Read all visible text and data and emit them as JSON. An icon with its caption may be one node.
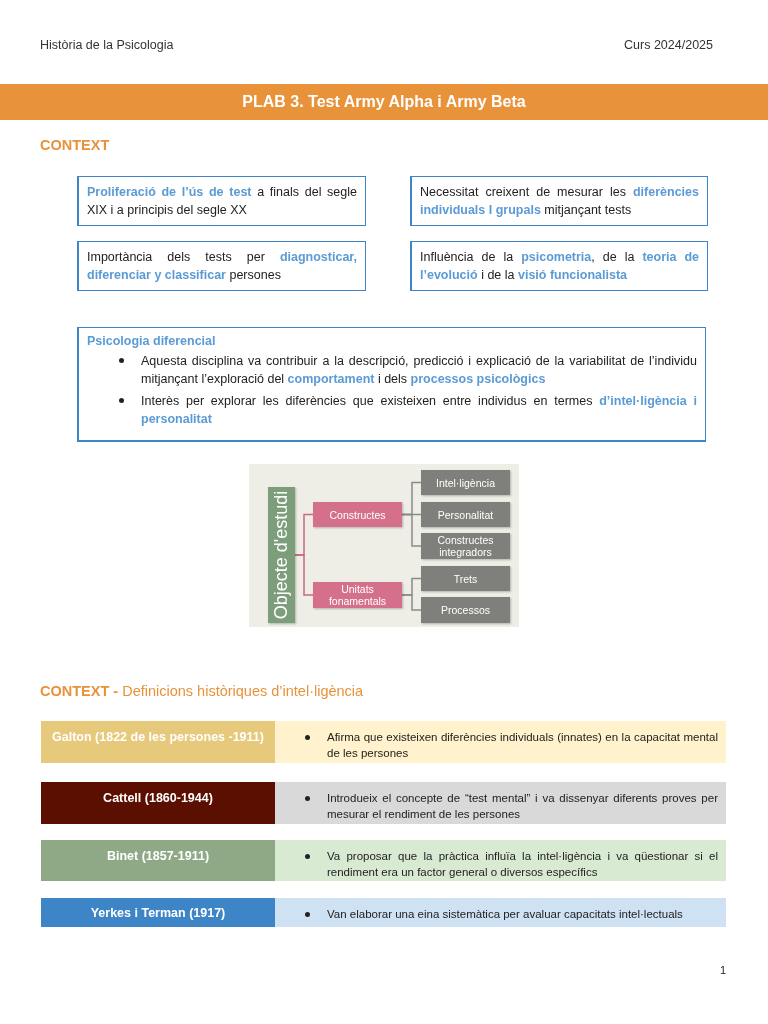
{
  "diagram": {
    "title": "PLAB 3. Test Army Alpha i Army Beta",
    "nodes": [
      {
        "text": [
          "**Proliferació de l’ús de test** a finals del segle XIX i a principis del segle XX"
        ]
      },
      {
        "text": [
          "Necessitat creixent de mesurar les **diferències individuals I grupals** mitjançant tests"
        ]
      },
      {
        "text": [
          "Importància dels tests per **diagnosticar, diferenciar y classificar** persones"
        ]
      },
      {
        "text": [
          "Influència de la **psicometria**, de la **teoria de l’evolució** i de la **visió funcionalista**"
        ]
      },
      {
        "text": [
          "Psicologia diferencial",
          "Aquesta disciplina va contribuir a la descripció, predicció i explicació de la variabilitat de l’individu mitjançant l’exploració del **comportament** i dels **processos psicològics**",
          "Interès per explorar les diferències que existeixen entre individus en termes **d’intel·ligència i personalitat**"
        ]
      },
      {
        "text": [
          "Objecte d'estudi"
        ]
      },
      {
        "text": [
          "Constructes"
        ]
      },
      {
        "text": [
          "Unitats fonamentals"
        ]
      },
      {
        "text": [
          "Intel·ligència"
        ]
      },
      {
        "text": [
          "Personalitat"
        ]
      },
      {
        "text": [
          "Constructes integradors"
        ]
      },
      {
        "text": [
          "Trets"
        ]
      },
      {
        "text": [
          "Processos"
        ]
      }
    ],
    "edges": [
      {
        "from": 5,
        "to": 6,
        "arrow": "none",
        "color": "#c9687f"
      },
      {
        "from": 5,
        "to": 7,
        "arrow": "none",
        "color": "#c9687f"
      },
      {
        "from": 6,
        "to": 8,
        "arrow": "none"
      },
      {
        "from": 6,
        "to": 9,
        "arrow": "none"
      },
      {
        "from": 6,
        "to": 10,
        "arrow": "none"
      },
      {
        "from": 7,
        "to": 11,
        "arrow": "none"
      },
      {
        "from": 7,
        "to": 12,
        "arrow": "none"
      }
    ],
    "labels": [
      "Història de la Psicologia",
      "Curs 2024/2025",
      "CONTEXT",
      "**CONTEXT -** Definicions històriques d’intel·ligència",
      "Galton (1822 de les persones -1911)",
      "Afirma que existeixen diferències individuals (innates) en la capacitat mental de les persones",
      "Cattell (1860-1944)",
      "Introdueix el concepte de “test mental” i va dissenyar diferents proves per mesurar el rendiment de les persones",
      "Binet (1857-1911)",
      "Va proposar que la pràctica influïa la intel·ligència i va qüestionar si el rendiment era un factor general o diversos específics",
      "Yerkes i Terman (1917)",
      "Van elaborar una eina sistemàtica per avaluar capacitats intel·lectuals",
      "1"
    ]
  }
}
